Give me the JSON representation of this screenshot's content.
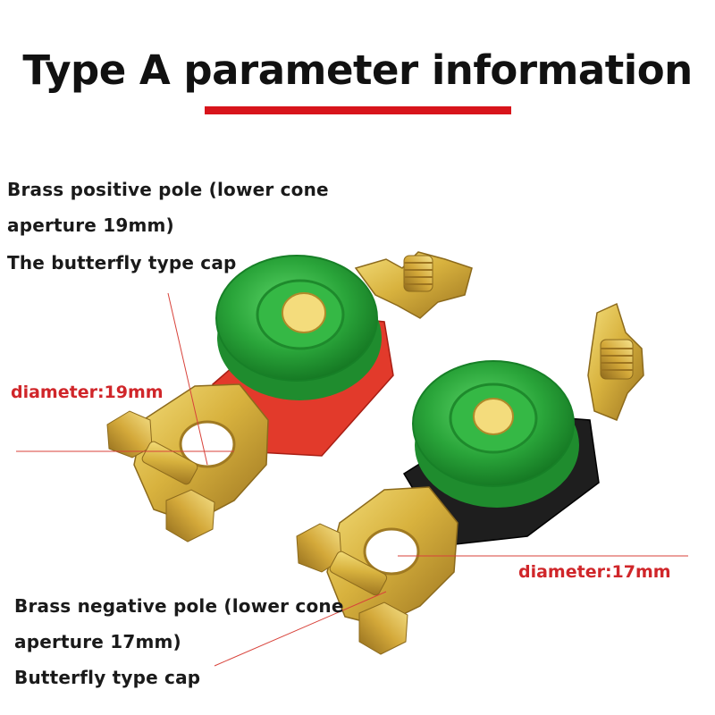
{
  "title": "Type A parameter information",
  "positive": {
    "line1": "Brass positive pole (lower cone",
    "line2": "aperture 19mm)",
    "line3": "The butterfly type cap",
    "diameter": "diameter:19mm",
    "cap_color": "#2aa53a",
    "boot_color": "#e23a2b"
  },
  "negative": {
    "line1": "Brass negative pole (lower cone",
    "line2": "aperture 17mm)",
    "line3": "Butterfly type cap",
    "diameter": "diameter:17mm",
    "cap_color": "#2aa53a",
    "boot_color": "#1e1e1e"
  },
  "colors": {
    "accent_red": "#d8141b",
    "brass": "#d8b23e"
  }
}
